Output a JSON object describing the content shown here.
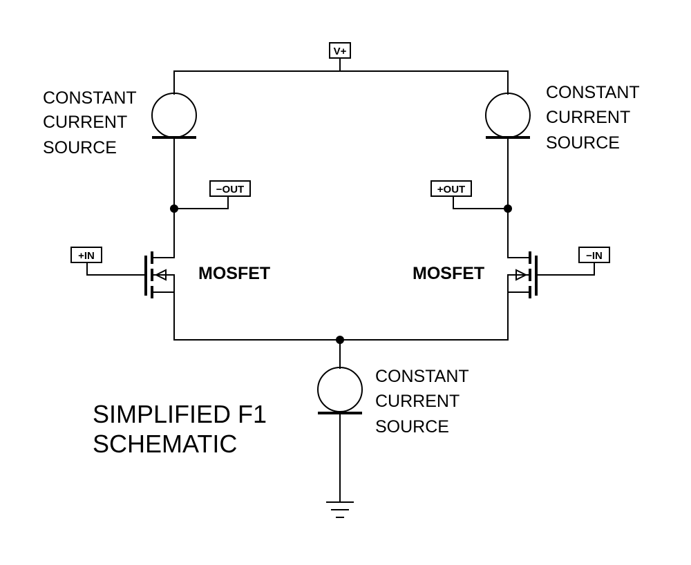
{
  "diagram": {
    "title_line1": "SIMPLIFIED F1",
    "title_line2": "SCHEMATIC",
    "ports": {
      "vplus": "V+",
      "minus_out": "−OUT",
      "plus_out": "+OUT",
      "plus_in": "+IN",
      "minus_in": "−IN"
    },
    "sources": {
      "left": [
        "CONSTANT",
        "CURRENT",
        "SOURCE"
      ],
      "right": [
        "CONSTANT",
        "CURRENT",
        "SOURCE"
      ],
      "bottom": [
        "CONSTANT",
        "CURRENT",
        "SOURCE"
      ]
    },
    "transistors": {
      "left": "MOSFET",
      "right": "MOSFET"
    }
  }
}
